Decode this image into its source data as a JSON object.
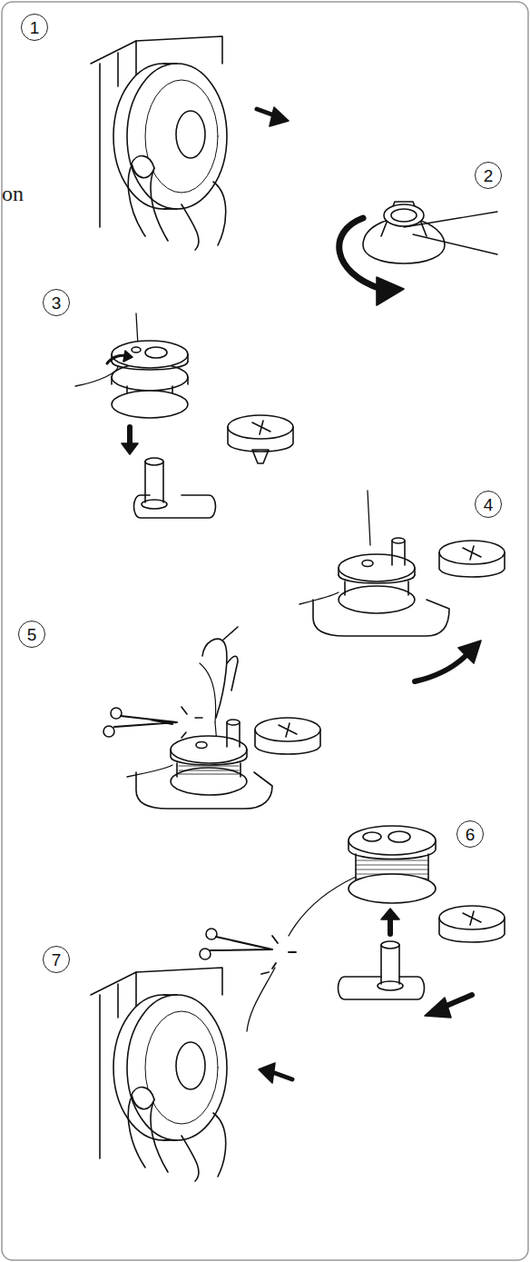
{
  "diagram": {
    "nodes": [
      {
        "text": [
          "1"
        ]
      },
      {
        "text": [
          "2"
        ]
      },
      {
        "text": [
          "3"
        ]
      },
      {
        "text": [
          "4"
        ]
      },
      {
        "text": [
          "5"
        ]
      },
      {
        "text": [
          "6"
        ]
      },
      {
        "text": [
          "7"
        ]
      }
    ],
    "labels": [
      "on"
    ]
  }
}
